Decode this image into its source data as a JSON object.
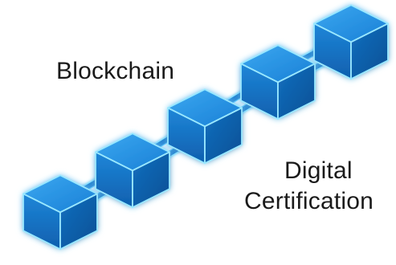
{
  "labels": {
    "title": "Blockchain",
    "subtitle_line1": "Digital",
    "subtitle_line2": "Certification"
  },
  "colors": {
    "background": "#ffffff",
    "text": "#1a1a1a",
    "cube_top": "#1f8fe0",
    "cube_left": "#1376c8",
    "cube_right": "#0b5ea8",
    "cube_edge": "#8fe3ff",
    "glow": "#3fc0ff",
    "link": "#1a7fd0"
  },
  "diagram": {
    "cube_count": 5,
    "link_count": 4
  }
}
